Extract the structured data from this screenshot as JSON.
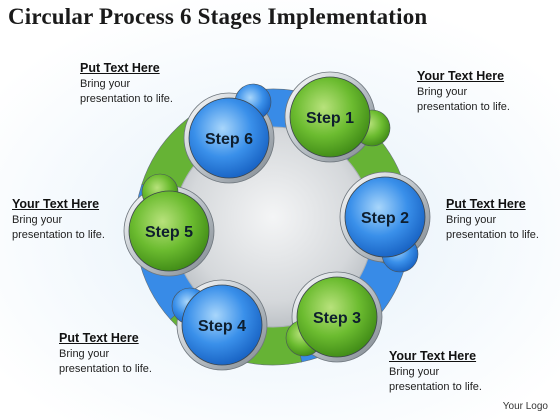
{
  "title": "Circular Process 6 Stages Implementation",
  "steps": [
    {
      "label": "Step 1",
      "color": "green"
    },
    {
      "label": "Step 2",
      "color": "blue"
    },
    {
      "label": "Step 3",
      "color": "green"
    },
    {
      "label": "Step 4",
      "color": "blue"
    },
    {
      "label": "Step 5",
      "color": "green"
    },
    {
      "label": "Step 6",
      "color": "blue"
    }
  ],
  "notes": [
    {
      "heading": "Your Text Here",
      "line1": "Bring your",
      "line2": "presentation to life."
    },
    {
      "heading": "Put Text Here",
      "line1": "Bring your",
      "line2": "presentation to life."
    },
    {
      "heading": "Your Text Here",
      "line1": "Bring your",
      "line2": "presentation to life."
    },
    {
      "heading": "Put Text Here",
      "line1": "Bring your",
      "line2": "presentation to life."
    },
    {
      "heading": "Your Text Here",
      "line1": "Bring your",
      "line2": "presentation to life."
    },
    {
      "heading": "Put Text Here",
      "line1": "Bring your",
      "line2": "presentation to life."
    }
  ],
  "logo": "Your Logo",
  "colors": {
    "green": "#5fb02b",
    "green_light": "#9ad25a",
    "blue": "#2f86e6",
    "blue_light": "#7ebcf6",
    "rim": "#c9cfd4",
    "center": "#d5d8db"
  }
}
